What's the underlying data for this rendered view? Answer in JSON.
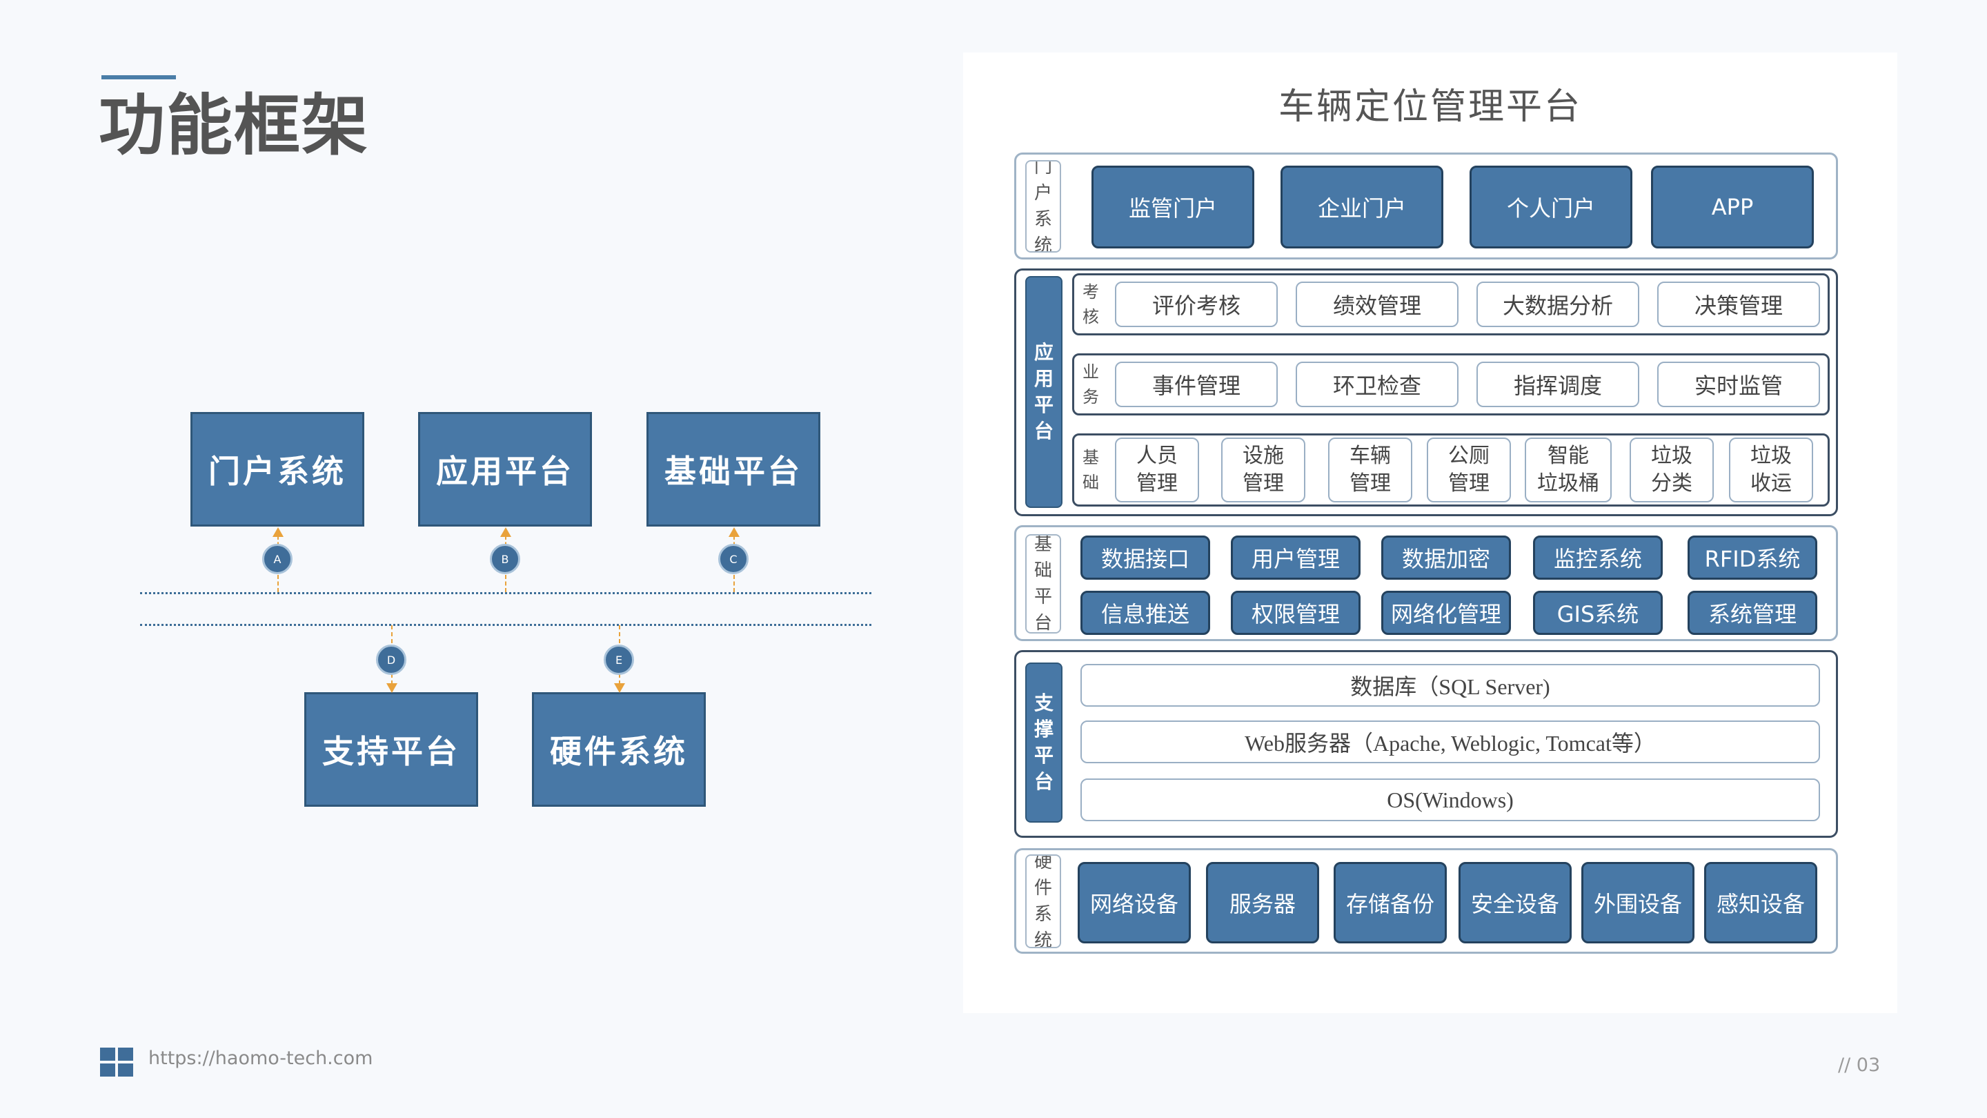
{
  "page": {
    "title": "功能框架"
  },
  "flow": {
    "top_boxes": [
      "门户系统",
      "应用平台",
      "基础平台"
    ],
    "bottom_boxes": [
      "支持平台",
      "硬件系统"
    ],
    "badges": [
      "A",
      "B",
      "C",
      "D",
      "E"
    ]
  },
  "architecture": {
    "title": "车辆定位管理平台",
    "portal": {
      "label": "门户系统",
      "items": [
        "监管门户",
        "企业门户",
        "个人门户",
        "APP"
      ]
    },
    "app_platform": {
      "label": "应用平台",
      "assessment": {
        "label": "考核",
        "items": [
          "评价考核",
          "绩效管理",
          "大数据分析",
          "决策管理"
        ]
      },
      "business": {
        "label": "业务",
        "items": [
          "事件管理",
          "环卫检查",
          "指挥调度",
          "实时监管"
        ]
      },
      "basic": {
        "label": "基础",
        "items": [
          [
            "人员",
            "管理"
          ],
          [
            "设施",
            "管理"
          ],
          [
            "车辆",
            "管理"
          ],
          [
            "公厕",
            "管理"
          ],
          [
            "智能",
            "垃圾桶"
          ],
          [
            "垃圾",
            "分类"
          ],
          [
            "垃圾",
            "收运"
          ]
        ]
      }
    },
    "base_platform": {
      "label": "基础平台",
      "row1": [
        "数据接口",
        "用户管理",
        "数据加密",
        "监控系统",
        "RFID系统"
      ],
      "row2": [
        "信息推送",
        "权限管理",
        "网络化管理",
        "GIS系统",
        "系统管理"
      ]
    },
    "support_platform": {
      "label": "支撑平台",
      "items": [
        "数据库（SQL Server)",
        "Web服务器（Apache, Weblogic, Tomcat等）",
        "OS(Windows)"
      ]
    },
    "hardware": {
      "label": "硬件系统",
      "items": [
        "网络设备",
        "服务器",
        "存储备份",
        "安全设备",
        "外围设备",
        "感知设备"
      ]
    }
  },
  "footer": {
    "url": "https://haomo-tech.com",
    "page_number": "// 03"
  },
  "colors": {
    "accent": "#4878a6",
    "accent_dark": "#2f5779",
    "connector": "#e9a23b"
  }
}
